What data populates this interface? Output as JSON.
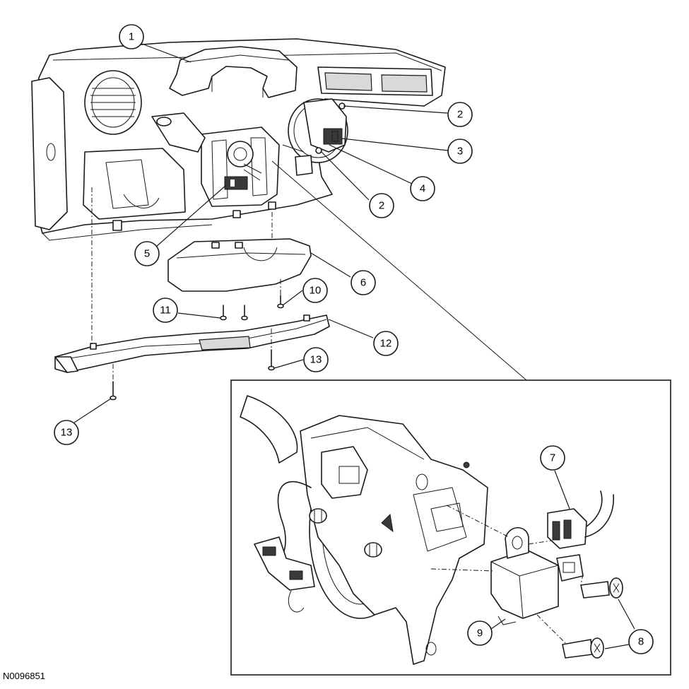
{
  "figure_id": "N0096851",
  "callouts": [
    {
      "id": "c1",
      "label": "1"
    },
    {
      "id": "c2a",
      "label": "2"
    },
    {
      "id": "c3",
      "label": "3"
    },
    {
      "id": "c4",
      "label": "4"
    },
    {
      "id": "c2b",
      "label": "2"
    },
    {
      "id": "c5",
      "label": "5"
    },
    {
      "id": "c6",
      "label": "6"
    },
    {
      "id": "c10",
      "label": "10"
    },
    {
      "id": "c11",
      "label": "11"
    },
    {
      "id": "c12",
      "label": "12"
    },
    {
      "id": "c13a",
      "label": "13"
    },
    {
      "id": "c13b",
      "label": "13"
    },
    {
      "id": "c7",
      "label": "7"
    },
    {
      "id": "c8",
      "label": "8"
    },
    {
      "id": "c9",
      "label": "9"
    }
  ]
}
